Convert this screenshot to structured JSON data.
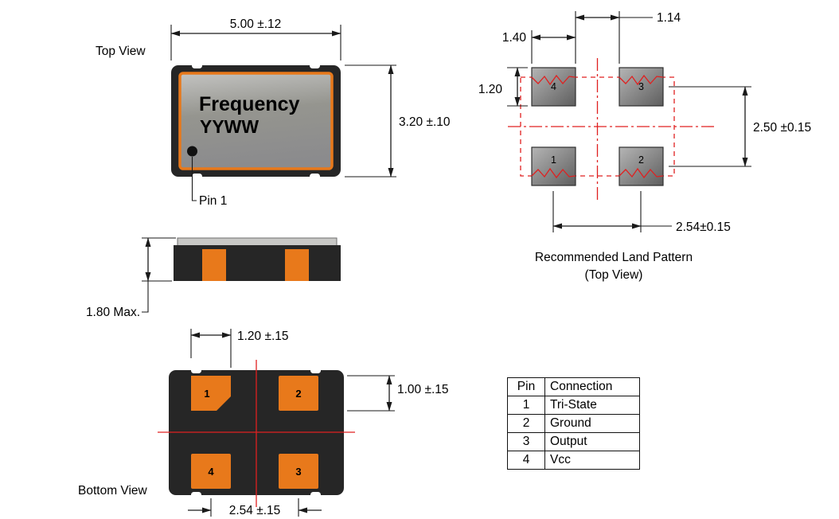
{
  "colors": {
    "orange": "#e8791b",
    "body_dark": "#262626",
    "red_line": "#e02020",
    "dim_line": "#1a1a1a",
    "pad_gray_light": "#b5b5b5",
    "pad_gray_dark": "#5e5e5e"
  },
  "top_view": {
    "label": "Top View",
    "marking_line1": "Frequency",
    "marking_line2": "YYWW",
    "width_dim": "5.00 ±.12",
    "height_dim": "3.20 ±.10",
    "pin1_label": "Pin 1"
  },
  "side_view": {
    "height_dim": "1.80 Max."
  },
  "bottom_view": {
    "label": "Bottom View",
    "pad_width_dim": "1.20 ±.15",
    "pad_height_dim": "1.00 ±.15",
    "pad_pitch_dim": "2.54 ±.15",
    "pad_top_left": "1",
    "pad_top_right": "2",
    "pad_bottom_left": "4",
    "pad_bottom_right": "3"
  },
  "land_pattern": {
    "caption_line1": "Recommended Land Pattern",
    "caption_line2": "(Top View)",
    "pad_gap_dim": "1.14",
    "pad_width_dim": "1.40",
    "pad_height_dim": "1.20",
    "row_pitch_dim": "2.50 ±0.15",
    "col_pitch_dim": "2.54±0.15",
    "pad_top_left": "4",
    "pad_top_right": "3",
    "pad_bottom_left": "1",
    "pad_bottom_right": "2"
  },
  "pin_table": {
    "headers": [
      "Pin",
      "Connection"
    ],
    "rows": [
      [
        "1",
        "Tri-State"
      ],
      [
        "2",
        "Ground"
      ],
      [
        "3",
        "Output"
      ],
      [
        "4",
        "Vcc"
      ]
    ]
  }
}
